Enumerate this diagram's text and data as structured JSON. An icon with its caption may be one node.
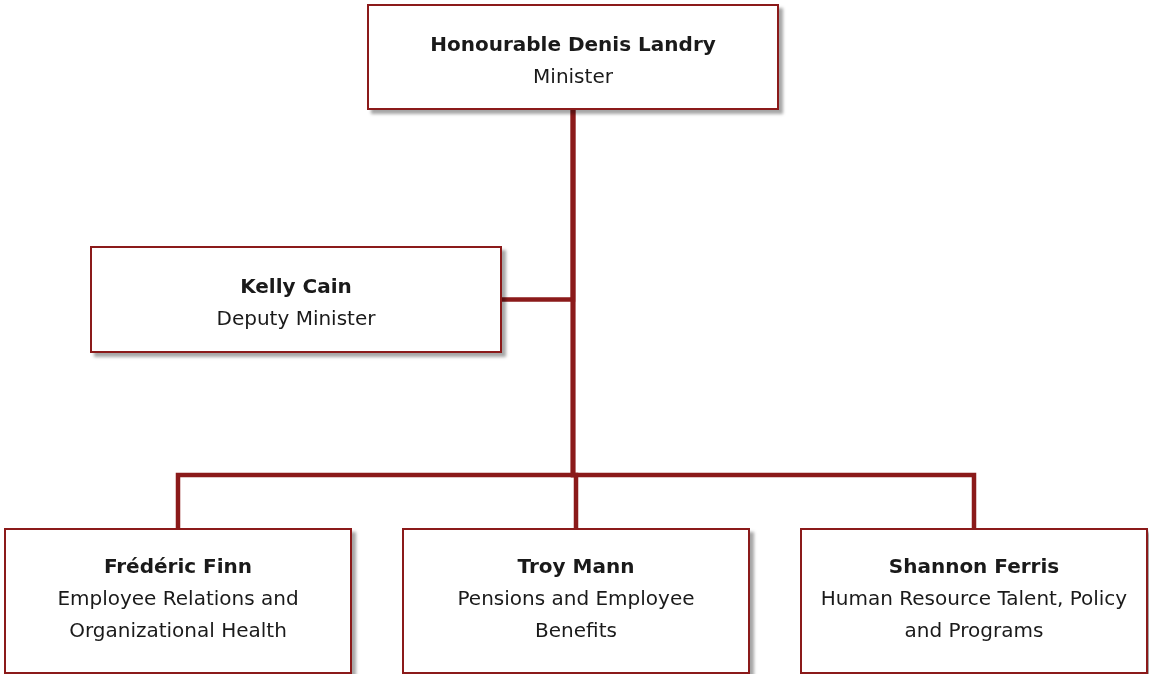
{
  "diagram": {
    "nodes": [
      {
        "text": [
          "Honourable Denis Landry",
          "Minister"
        ]
      },
      {
        "text": [
          "Kelly Cain",
          "Deputy Minister"
        ]
      },
      {
        "text": [
          "Frédéric Finn",
          "Employee Relations and Organizational Health"
        ]
      },
      {
        "text": [
          "Troy Mann",
          "Pensions and Employee Benefits"
        ]
      },
      {
        "text": [
          "Shannon Ferris",
          "Human Resource Talent, Policy and Programs"
        ]
      }
    ],
    "edges": [
      {
        "from": 0,
        "to": 1,
        "arrow": "none"
      },
      {
        "from": 0,
        "to": 2,
        "arrow": "none"
      },
      {
        "from": 0,
        "to": 3,
        "arrow": "none"
      },
      {
        "from": 0,
        "to": 4,
        "arrow": "none"
      }
    ]
  }
}
